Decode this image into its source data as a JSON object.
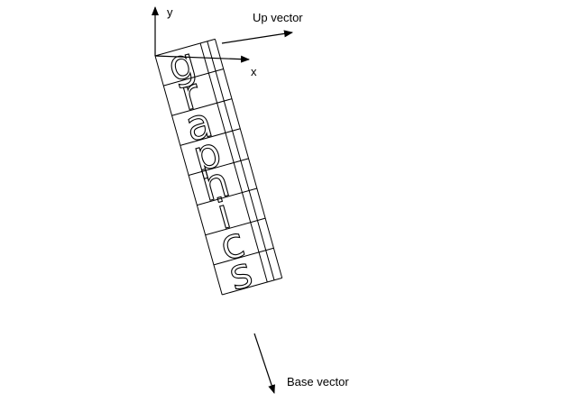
{
  "axes": {
    "x_label": "x",
    "y_label": "y"
  },
  "vectors": {
    "up_label": "Up vector",
    "base_label": "Base vector"
  },
  "text_string": {
    "characters": [
      "g",
      "r",
      "a",
      "p",
      "h",
      "i",
      "c",
      "s"
    ]
  },
  "colors": {
    "ink": "#000000",
    "background": "#ffffff"
  }
}
